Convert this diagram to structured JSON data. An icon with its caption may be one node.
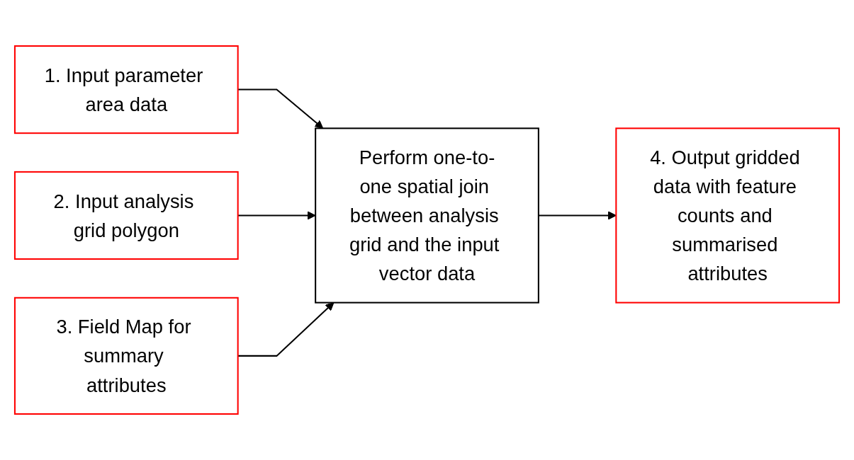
{
  "diagram": {
    "nodes": [
      {
        "text": [
          "1. Input parameter area data"
        ]
      },
      {
        "text": [
          "2. Input analysis grid polygon"
        ]
      },
      {
        "text": [
          "3. Field Map for summary attributes"
        ]
      },
      {
        "text": [
          "Perform one-to-one spatial join between analysis grid and the input vector data"
        ]
      },
      {
        "text": [
          "4. Output gridded data with feature counts and summarised attributes"
        ]
      }
    ],
    "edges": [
      {
        "from": 0,
        "to": 3,
        "arrow": "to"
      },
      {
        "from": 1,
        "to": 3,
        "arrow": "to"
      },
      {
        "from": 2,
        "to": 3,
        "arrow": "to"
      },
      {
        "from": 3,
        "to": 4,
        "arrow": "to"
      }
    ]
  }
}
